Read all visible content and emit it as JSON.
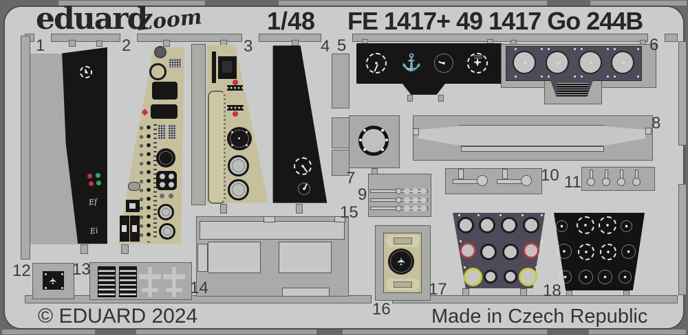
{
  "header": {
    "brand": "eduard",
    "series_logo": "Zoom",
    "scale": "1/48",
    "product_code": "FE 1417+ 49 1417 Go 244B"
  },
  "footer": {
    "copyright": "© EDUARD 2024",
    "made_in": "Made in Czech Republic"
  },
  "sheet": {
    "part_labels": [
      "1",
      "2",
      "3",
      "4",
      "5",
      "6",
      "7",
      "8",
      "9",
      "10",
      "11",
      "12",
      "13",
      "14",
      "15",
      "16",
      "17",
      "18"
    ]
  },
  "colors": {
    "sheet_bg": "#cacccb",
    "frame_gray": "#a9aba8",
    "part_black": "#161616",
    "part_tan": "#c6c09d",
    "part_purple": "#4f4b58",
    "accent_red": "#c23344",
    "accent_green": "#3fa45c",
    "accent_yellow": "#c9c93c",
    "gauge_white": "#ececec"
  }
}
